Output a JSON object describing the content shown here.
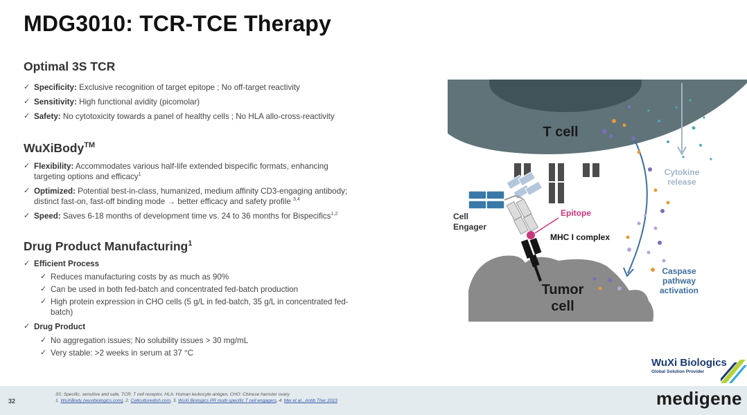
{
  "title": "MDG3010: TCR-TCE Therapy",
  "section1": {
    "heading": "Optimal 3S TCR",
    "items": [
      {
        "label": "Specificity:",
        "text": " Exclusive recognition of target epitope ; No off-target reactivity"
      },
      {
        "label": "Sensitivity:",
        "text": " High functional avidity (picomolar)"
      },
      {
        "label": "Safety:",
        "text": " No cytotoxicity towards a panel of healthy cells ; No HLA allo-cross-reactivity"
      }
    ]
  },
  "section2": {
    "heading": "WuXiBody",
    "heading_sup": "TM",
    "items": [
      {
        "label": "Flexibility:",
        "text": " Accommodates various half-life extended bispecific formats, enhancing targeting options and efficacy",
        "sup": "1"
      },
      {
        "label": "Optimized:",
        "text": " Potential best-in-class, humanized, medium affinity CD3-engaging antibody; distinct fast-on, fast-off binding mode → better efficacy and safety profile ",
        "sup": "3,4"
      },
      {
        "label": "Speed:",
        "text": " Saves 6-18 months of development time vs. 24 to 36 months for Bispecifics",
        "sup": "1,2"
      }
    ]
  },
  "section3": {
    "heading": "Drug Product Manufacturing",
    "heading_sup": "1",
    "group1": {
      "label": "Efficient Process",
      "items": [
        "Reduces manufacturing costs by as much as 90%",
        "Can be used in both fed-batch and concentrated fed-batch production",
        "High protein expression in CHO cells (5 g/L in fed-batch, 35 g/L in concentrated fed-batch)"
      ]
    },
    "group2": {
      "label": "Drug Product",
      "items": [
        "No aggregation issues; No solubility issues > 30 mg/mL",
        "Very stable: >2 weeks in serum at 37 °C"
      ]
    }
  },
  "diagram": {
    "t_cell": "T cell",
    "cytokine_1": "Cytokine",
    "cytokine_2": "release",
    "epitope": "Epitope",
    "cell_engager_1": "Cell",
    "cell_engager_2": "Engager",
    "mhc": "MHC I complex",
    "tumor_1": "Tumor",
    "tumor_2": "cell",
    "caspase_1": "Caspase",
    "caspase_2": "pathway",
    "caspase_3": "activation"
  },
  "footer": {
    "page_number": "32",
    "abbrev": "3S: Specific, sensitive and safe, TCR: T cell receptor, HLA: Human leukocyte antigen, CHO: Chinese hamster ovary",
    "refs": [
      {
        "num": "1. ",
        "text": "WuXiBody (wuxibiologics.com)",
        "sep": ", 2. "
      },
      {
        "num": "",
        "text": "Cellculturedish.com",
        "sep": ", 3. "
      },
      {
        "num": "",
        "text": "WuXi Biologics PR multi-specific T cell engagers",
        "sep": ", 4. "
      },
      {
        "num": "",
        "text": "Mei et al., Antib Ther 2023",
        "sep": ""
      }
    ]
  },
  "logos": {
    "wuxi_name": "WuXi Biologics",
    "wuxi_tag": "Global Solution Provider",
    "medigene": "medigene"
  },
  "colors": {
    "t_cell": "#5f7378",
    "t_cell_nucleus": "#3f5358",
    "tumor": "#8a8a8a",
    "receptor": "#4c4c4c",
    "engager_blue": "#3a78a8",
    "engager_light": "#b4c6dc",
    "epitope": "#c8377b",
    "label_blue": "#3d6e9c",
    "wuxi_navy": "#1b3a72"
  }
}
